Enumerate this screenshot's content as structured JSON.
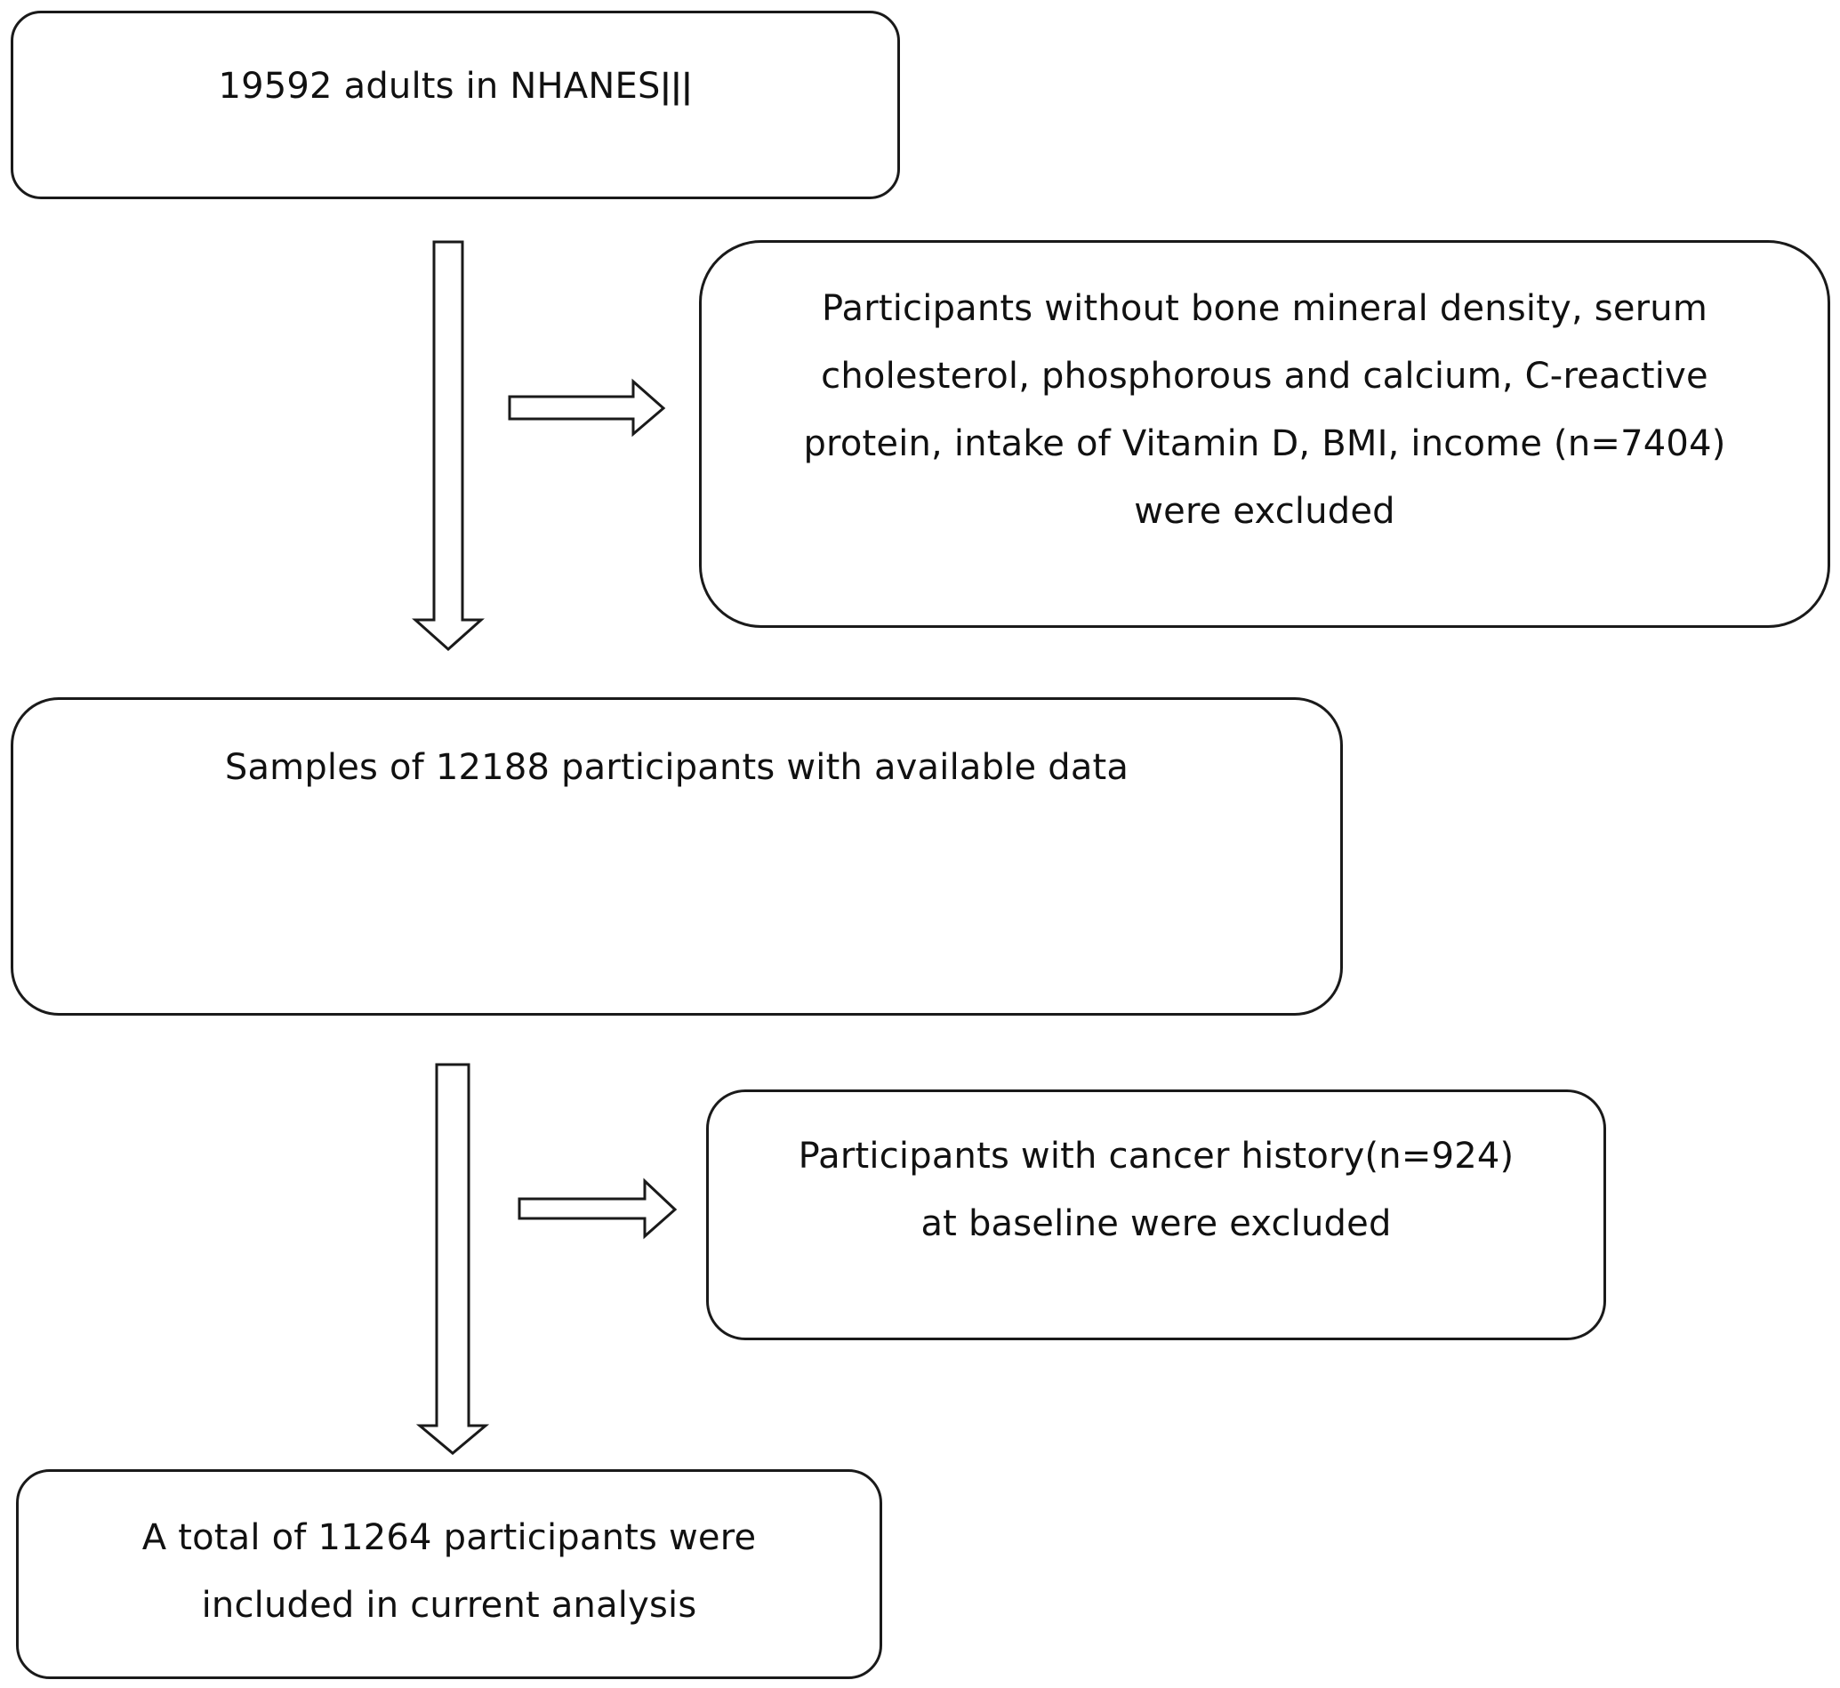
{
  "flowchart": {
    "box_initial": {
      "lines": [
        "19592 adults in NHANESǀǀǀ"
      ]
    },
    "box_exclusion_1": {
      "lines": [
        "Participants without bone mineral density, serum",
        "cholesterol, phosphorous and calcium, C-reactive",
        "protein, intake of Vitamin D, BMI, income (n=7404)",
        "were excluded"
      ]
    },
    "box_available": {
      "lines": [
        "Samples of 12188 participants with available data"
      ]
    },
    "box_exclusion_2": {
      "lines": [
        "Participants with cancer history(n=924)",
        "at baseline were excluded"
      ]
    },
    "box_final": {
      "lines": [
        "A total of 11264 participants were",
        "included in current analysis"
      ]
    }
  }
}
